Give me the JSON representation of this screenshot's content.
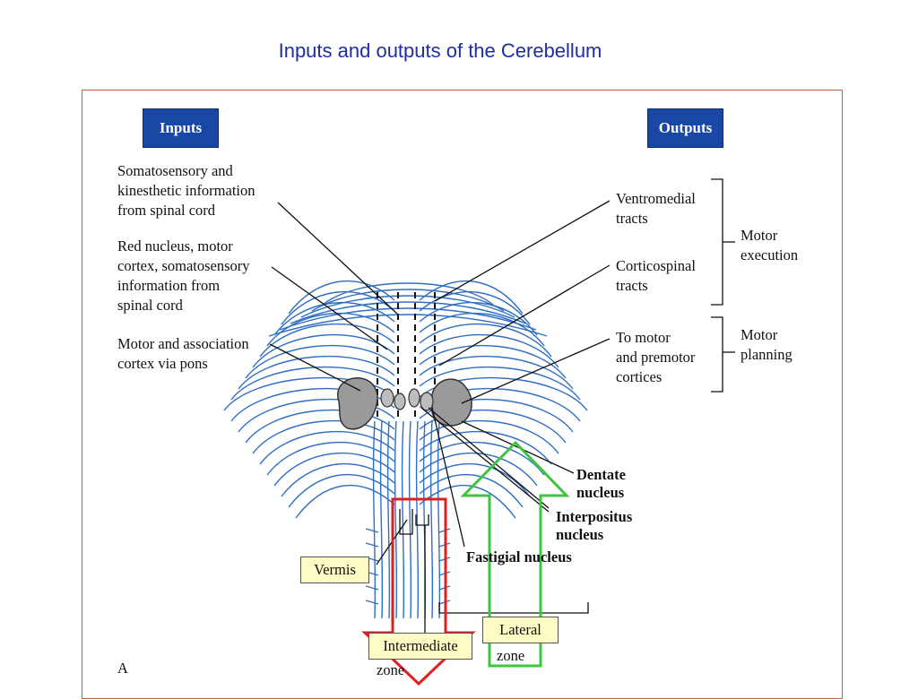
{
  "title": "Inputs and outputs of the Cerebellum",
  "headers": {
    "inputs": "Inputs",
    "outputs": "Outputs"
  },
  "inputs": [
    {
      "text": "Somatosensory and\nkinesthetic information\nfrom spinal cord"
    },
    {
      "text": "Red nucleus, motor\ncortex, somatosensory\ninformation from\nspinal cord"
    },
    {
      "text": "Motor and association\ncortex via pons"
    }
  ],
  "outputs": [
    {
      "text": "Ventromedial\ntracts"
    },
    {
      "text": "Corticospinal\ntracts"
    },
    {
      "text": "To motor\nand premotor\ncortices"
    }
  ],
  "groups": {
    "execution": "Motor\nexecution",
    "planning": "Motor\nplanning"
  },
  "nuclei": {
    "dentate": "Dentate\nnucleus",
    "interpositus": "Interpositus\nnucleus",
    "fastigial": "Fastigial nucleus"
  },
  "zones": {
    "vermis": "Vermis",
    "intermediate": "Intermediate",
    "intermediate_suffix": "zone",
    "lateral": "Lateral",
    "lateral_suffix": "zone"
  },
  "panel_letter": "A",
  "colors": {
    "title": "#1f2fa0",
    "header_bg": "#1847a6",
    "frame": "#c0623a",
    "nerve": "#2f6fc4",
    "nucleus": "#9a9a9a",
    "arrow_down": "#e02020",
    "arrow_up": "#3ec43e",
    "zone_bg": "#fdfcc4"
  }
}
